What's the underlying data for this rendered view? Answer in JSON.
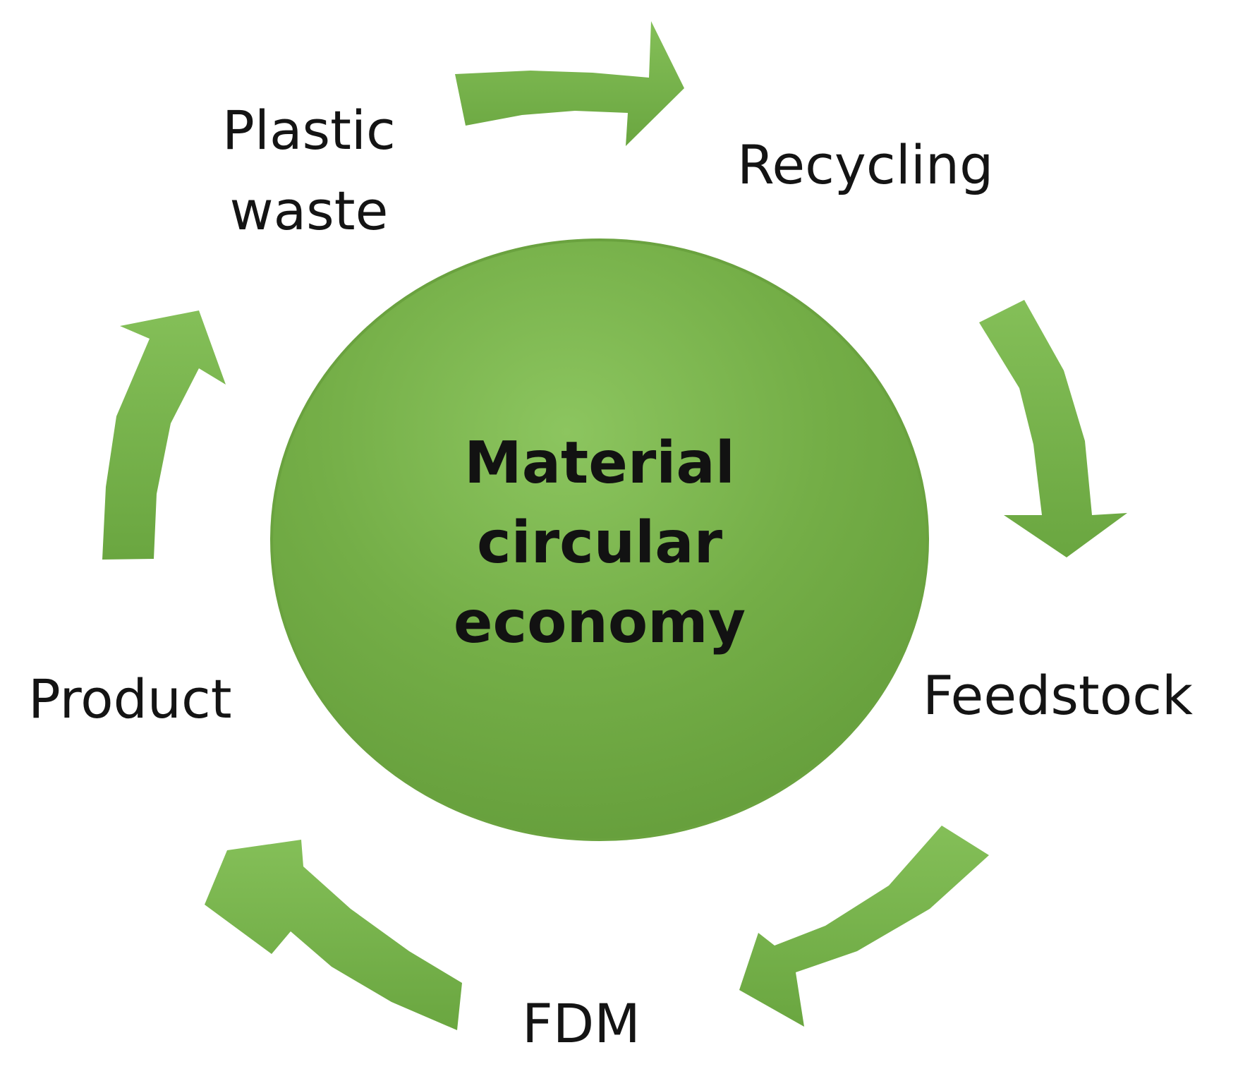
{
  "center": {
    "lines": [
      "Material",
      "circular",
      "economy"
    ]
  },
  "stages": {
    "plastic_waste": [
      "Plastic",
      "waste"
    ],
    "recycling": "Recycling",
    "feedstock": "Feedstock",
    "fdm": "FDM",
    "product": "Product"
  },
  "colors": {
    "circle": "#72ad45",
    "circle_highlight": "#88c25a",
    "circle_edge": "#5f9538",
    "arrow": "#70ad47",
    "arrow_highlight": "#86c05a",
    "text": "#141414"
  }
}
